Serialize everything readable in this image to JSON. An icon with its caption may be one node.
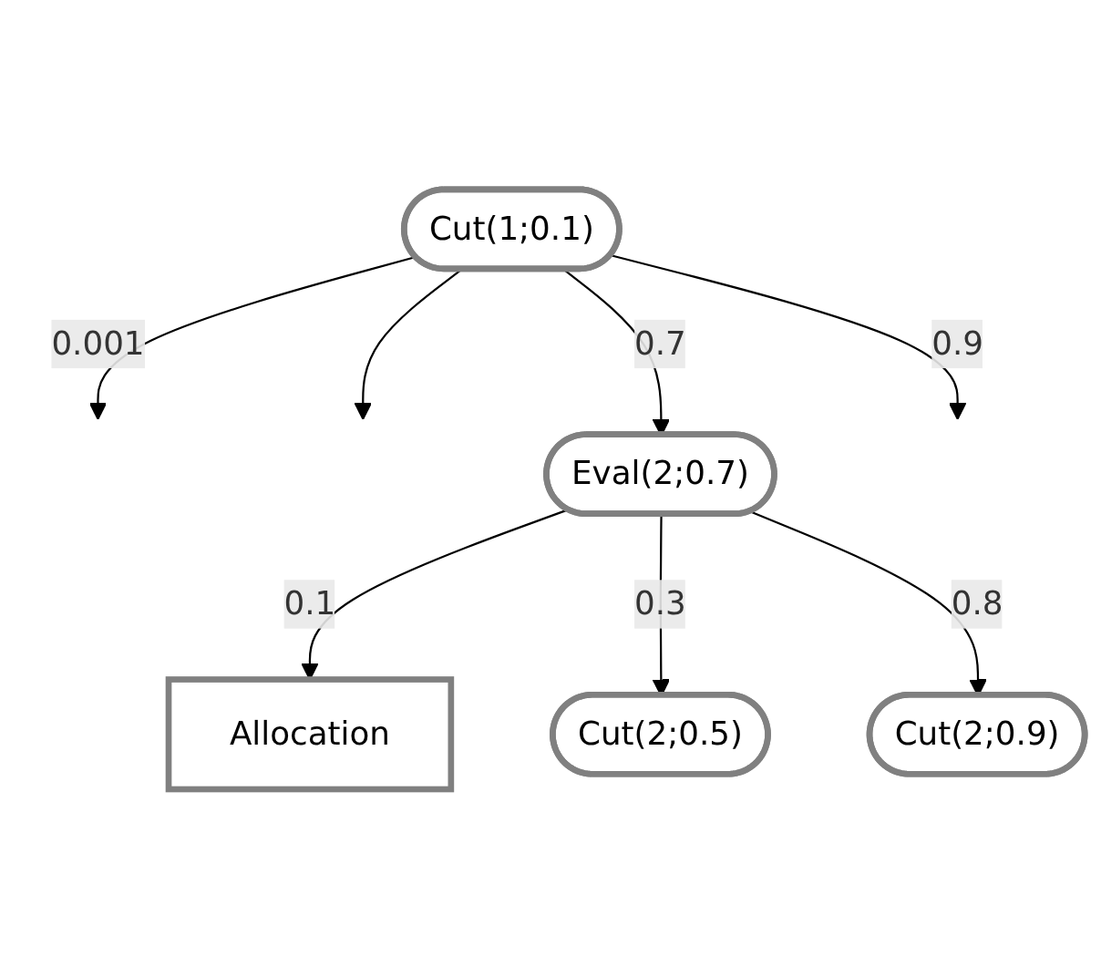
{
  "diagram": {
    "nodes": [
      {
        "text": [
          "Cut(1;0.1)"
        ]
      },
      {
        "text": [
          "Eval(2;0.7)"
        ]
      },
      {
        "text": [
          "Allocation"
        ]
      },
      {
        "text": [
          "Cut(2;0.5)"
        ]
      },
      {
        "text": [
          "Cut(2;0.9)"
        ]
      }
    ],
    "edges": [
      {
        "from": 0,
        "to": null,
        "arrow": "to",
        "label": "0.001"
      },
      {
        "from": 0,
        "to": null,
        "arrow": "to"
      },
      {
        "from": 0,
        "to": 1,
        "arrow": "to",
        "label": "0.7"
      },
      {
        "from": 0,
        "to": null,
        "arrow": "to",
        "label": "0.9"
      },
      {
        "from": 1,
        "to": 2,
        "arrow": "to",
        "label": "0.1"
      },
      {
        "from": 1,
        "to": 3,
        "arrow": "to",
        "label": "0.3"
      },
      {
        "from": 1,
        "to": 4,
        "arrow": "to",
        "label": "0.8"
      }
    ]
  }
}
